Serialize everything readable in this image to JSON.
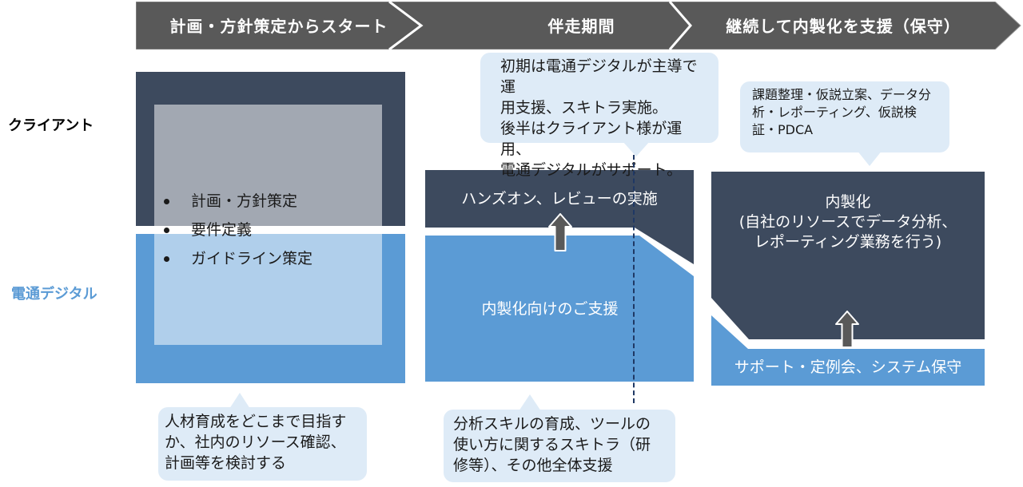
{
  "timeline": {
    "phases": [
      {
        "label": "計画・方針策定からスタート"
      },
      {
        "label": "伴走期間"
      },
      {
        "label": "継続して内製化を支援（保守）"
      }
    ]
  },
  "rows": {
    "client": {
      "label": "クライアント"
    },
    "dentsu": {
      "label": "電通デジタル"
    }
  },
  "columns": [
    {
      "id": "phase1",
      "bullets": [
        "計画・方針策定",
        "要件定義",
        "ガイドライン策定"
      ],
      "bubble_bottom": "人材育成をどこまで目指す\nか、社内のリソース確認、\n計画等を検討する"
    },
    {
      "id": "phase2",
      "client_area_label": "ハンズオン、レビューの実施",
      "dentsu_area_label": "内製化向けのご支援",
      "bubble_top": "初期は電通デジタルが主導で運\n用支援、スキトラ実施。\n後半はクライアント様が運用、\n電通デジタルがサポート。",
      "bubble_bottom": "分析スキルの育成、ツールの\n使い方に関するスキトラ（研\n修等）、その他全体支援"
    },
    {
      "id": "phase3",
      "client_area_label": "内製化\n(自社のリソースでデータ分析、\nレポーティング業務を行う)",
      "dentsu_area_label": "サポート・定例会、システム保守",
      "bubble_top": "課題整理・仮説立案、データ分\n析・レポーティング、仮説検\n証・PDCA"
    }
  ],
  "colors": {
    "header_bar": "#595959",
    "client_block": "#3D4A5E",
    "dentsu_block": "#5B9BD5",
    "overlap_panel": "rgba(255,255,255,0.52)",
    "bubble": "#DEEBF7",
    "dashed_line": "#1F3864",
    "dentsu_label_text": "#5B9BD5",
    "arrow": "#595959"
  }
}
